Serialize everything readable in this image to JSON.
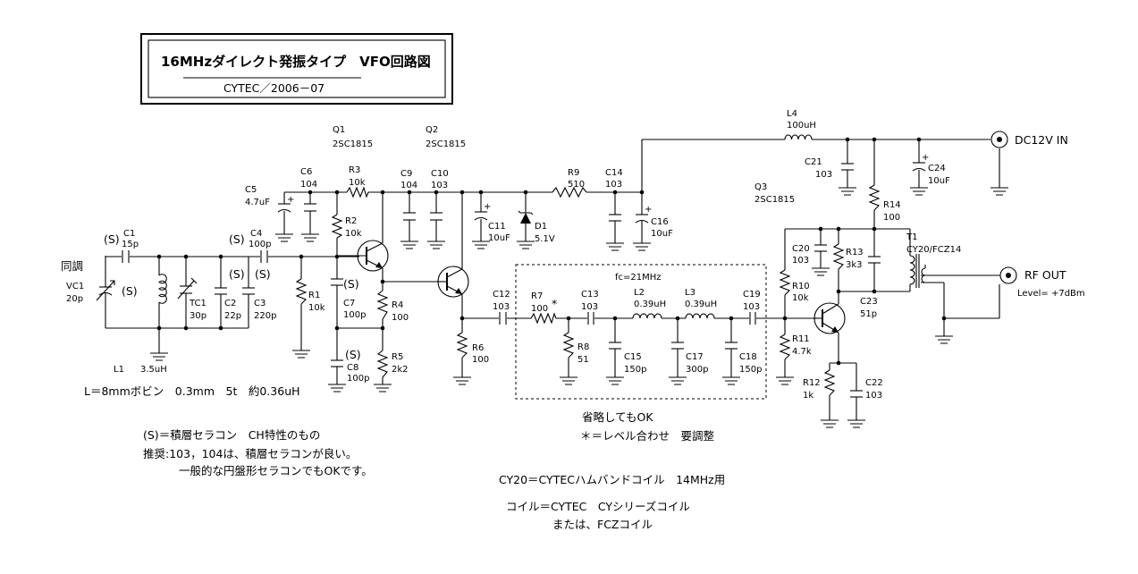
{
  "title": "16MHzダイレクト発振タイプ　VFO回路図",
  "subtitle": "CYTEC／2006－07",
  "parts": {
    "Q1": {
      "name": "Q1",
      "value": "2SC1815"
    },
    "Q2": {
      "name": "Q2",
      "value": "2SC1815"
    },
    "Q3": {
      "name": "Q3",
      "value": "2SC1815"
    },
    "L4": {
      "name": "L4",
      "value": "100uH"
    },
    "C1": {
      "name": "C1",
      "value": "15p"
    },
    "C2": {
      "name": "C2",
      "value": "22p"
    },
    "C3": {
      "name": "C3",
      "value": "220p"
    },
    "C4": {
      "name": "C4",
      "value": "100p"
    },
    "C5": {
      "name": "C5",
      "value": "4.7uF"
    },
    "C6": {
      "name": "C6",
      "value": "104"
    },
    "C7": {
      "name": "C7",
      "value": "100p"
    },
    "C8": {
      "name": "C8",
      "value": "100p"
    },
    "C9": {
      "name": "C9",
      "value": "104"
    },
    "C10": {
      "name": "C10",
      "value": "103"
    },
    "C11": {
      "name": "C11",
      "value": "10uF"
    },
    "C12": {
      "name": "C12",
      "value": "103"
    },
    "C13": {
      "name": "C13",
      "value": "103"
    },
    "C14": {
      "name": "C14",
      "value": "103"
    },
    "C15": {
      "name": "C15",
      "value": "150p"
    },
    "C16": {
      "name": "C16",
      "value": "10uF"
    },
    "C17": {
      "name": "C17",
      "value": "300p"
    },
    "C18": {
      "name": "C18",
      "value": "150p"
    },
    "C19": {
      "name": "C19",
      "value": "103"
    },
    "C20": {
      "name": "C20",
      "value": "103"
    },
    "C21": {
      "name": "C21",
      "value": "103"
    },
    "C22": {
      "name": "C22",
      "value": "103"
    },
    "C23": {
      "name": "C23",
      "value": "51p"
    },
    "C24": {
      "name": "C24",
      "value": "10uF"
    },
    "R1": {
      "name": "R1",
      "value": "10k"
    },
    "R2": {
      "name": "R2",
      "value": "10k"
    },
    "R3": {
      "name": "R3",
      "value": "10k"
    },
    "R4": {
      "name": "R4",
      "value": "100"
    },
    "R5": {
      "name": "R5",
      "value": "2k2"
    },
    "R6": {
      "name": "R6",
      "value": "100"
    },
    "R7": {
      "name": "R7",
      "value": "100"
    },
    "R8": {
      "name": "R8",
      "value": "51"
    },
    "R9": {
      "name": "R9",
      "value": "510"
    },
    "R10": {
      "name": "R10",
      "value": "10k"
    },
    "R11": {
      "name": "R11",
      "value": "4.7k"
    },
    "R12": {
      "name": "R12",
      "value": "1k"
    },
    "R13": {
      "name": "R13",
      "value": "3k3"
    },
    "R14": {
      "name": "R14",
      "value": "100"
    },
    "L2": {
      "name": "L2",
      "value": "0.39uH"
    },
    "L3": {
      "name": "L3",
      "value": "0.39uH"
    },
    "D1": {
      "name": "D1",
      "value": "5.1V"
    },
    "VC1": {
      "name": "VC1",
      "value": "20p"
    },
    "TC1": {
      "name": "TC1",
      "value": "30p"
    },
    "L1": {
      "name": "L1",
      "value": "3.5uH"
    },
    "T1": {
      "name": "T1",
      "value": "CY20/FCZ14"
    }
  },
  "marks": {
    "s": "(S)",
    "star": "*"
  },
  "labels": {
    "tuning": "同調",
    "dc_in": "DC12V IN",
    "rf_out": "RF OUT",
    "level": "Level= +7dBm",
    "fc": "fc=21MHz"
  },
  "notes": {
    "coil": "L＝8mmボビン　0.3mm　5t　約0.36uH",
    "filter_omit": "省略してもOK",
    "star_note": "＊＝レベル合わせ　要調整",
    "ceramic": "(S)＝積層セラコン　CH特性のもの",
    "recommend": "推奨:103，104は、積層セラコンが良い。",
    "general": "一般的な円盤形セラコンでもOKです。",
    "cy20": "CY20＝CYTECハムバンドコイル　14MHz用",
    "coil_series": "コイル＝CYTEC　CYシリーズコイル",
    "or_fcz": "または、FCZコイル"
  }
}
